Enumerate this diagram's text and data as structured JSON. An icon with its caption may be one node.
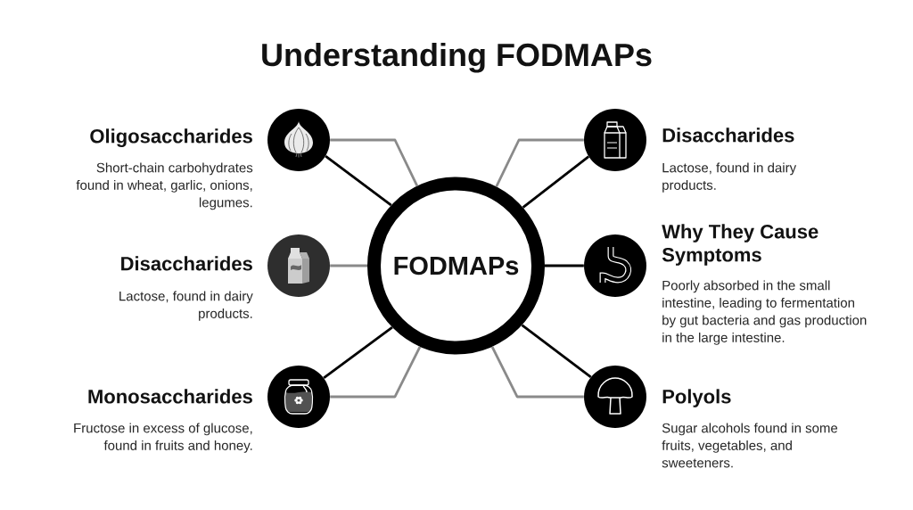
{
  "diagram": {
    "title": "Understanding FODMAPs",
    "nodes": [
      {
        "text": [
          "Oligosaccharides",
          "Short-chain carbohydrates found in wheat, garlic, onions, legumes."
        ]
      },
      {
        "text": [
          "Disaccharides",
          "Lactose, found in dairy products."
        ]
      },
      {
        "text": [
          "Disaccharides",
          "Lactose, found in dairy products."
        ]
      },
      {
        "text": [
          "FODMAPs"
        ]
      },
      {
        "text": [
          "Why They Cause Symptoms",
          "Poorly absorbed in the small intestine, leading to fermentation by gut bacteria and gas production in the large intestine."
        ]
      },
      {
        "text": [
          "Monosaccharides",
          "Fructose in excess of glucose, found in fruits and honey."
        ]
      },
      {
        "text": [
          "Polyols",
          "Sugar alcohols found in some fruits, vegetables, and sweeteners."
        ]
      }
    ],
    "edges": [
      {
        "from": 3,
        "to": 0,
        "arrow": "none"
      },
      {
        "from": 3,
        "to": 0,
        "arrow": "none",
        "color": "#8a8a8a"
      },
      {
        "from": 3,
        "to": 1,
        "arrow": "none"
      },
      {
        "from": 3,
        "to": 1,
        "arrow": "none",
        "color": "#8a8a8a"
      },
      {
        "from": 3,
        "to": 2,
        "arrow": "none",
        "color": "#8a8a8a"
      },
      {
        "from": 3,
        "to": 4,
        "arrow": "none"
      },
      {
        "from": 3,
        "to": 5,
        "arrow": "none"
      },
      {
        "from": 3,
        "to": 5,
        "arrow": "none",
        "color": "#8a8a8a"
      },
      {
        "from": 3,
        "to": 6,
        "arrow": "none"
      },
      {
        "from": 3,
        "to": 6,
        "arrow": "none",
        "color": "#8a8a8a"
      }
    ]
  }
}
